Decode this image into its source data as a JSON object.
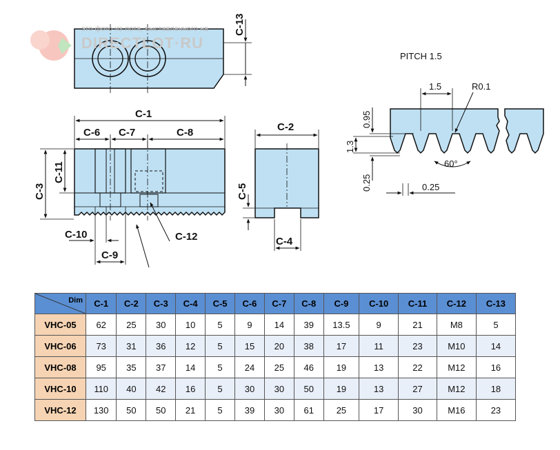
{
  "watermark": {
    "caption": "это фото из лота, выставленного на",
    "site": "DIRECTLOT·RU"
  },
  "drawing": {
    "pitch_title": "PITCH 1.5",
    "labels": {
      "c1": "C-1",
      "c2": "C-2",
      "c3": "C-3",
      "c4": "C-4",
      "c5": "C-5",
      "c6": "C-6",
      "c7": "C-7",
      "c8": "C-8",
      "c9": "C-9",
      "c10": "C-10",
      "c11": "C-11",
      "c12": "C-12",
      "c13": "C-13"
    },
    "pitch": {
      "p": "1.5",
      "r": "R0.1",
      "h095": "0.95",
      "h13": "1.3",
      "h025": "0.25",
      "w025": "0.25",
      "angle": "60°"
    }
  },
  "table": {
    "corner": "Dim",
    "headers": [
      "C-1",
      "C-2",
      "C-3",
      "C-4",
      "C-5",
      "C-6",
      "C-7",
      "C-8",
      "C-9",
      "C-10",
      "C-11",
      "C-12",
      "C-13"
    ],
    "rows": [
      {
        "model": "VHC-05",
        "values": [
          "62",
          "25",
          "30",
          "10",
          "5",
          "9",
          "14",
          "39",
          "13.5",
          "9",
          "21",
          "M8",
          "5"
        ]
      },
      {
        "model": "VHC-06",
        "values": [
          "73",
          "31",
          "36",
          "12",
          "5",
          "15",
          "20",
          "38",
          "17",
          "11",
          "23",
          "M10",
          "14"
        ]
      },
      {
        "model": "VHC-08",
        "values": [
          "95",
          "35",
          "37",
          "14",
          "5",
          "24",
          "25",
          "46",
          "19",
          "13",
          "22",
          "M12",
          "16"
        ]
      },
      {
        "model": "VHC-10",
        "values": [
          "110",
          "40",
          "42",
          "16",
          "5",
          "30",
          "30",
          "50",
          "19",
          "13",
          "27",
          "M12",
          "18"
        ]
      },
      {
        "model": "VHC-12",
        "values": [
          "130",
          "50",
          "50",
          "21",
          "5",
          "39",
          "30",
          "61",
          "25",
          "17",
          "30",
          "M16",
          "23"
        ]
      }
    ]
  }
}
